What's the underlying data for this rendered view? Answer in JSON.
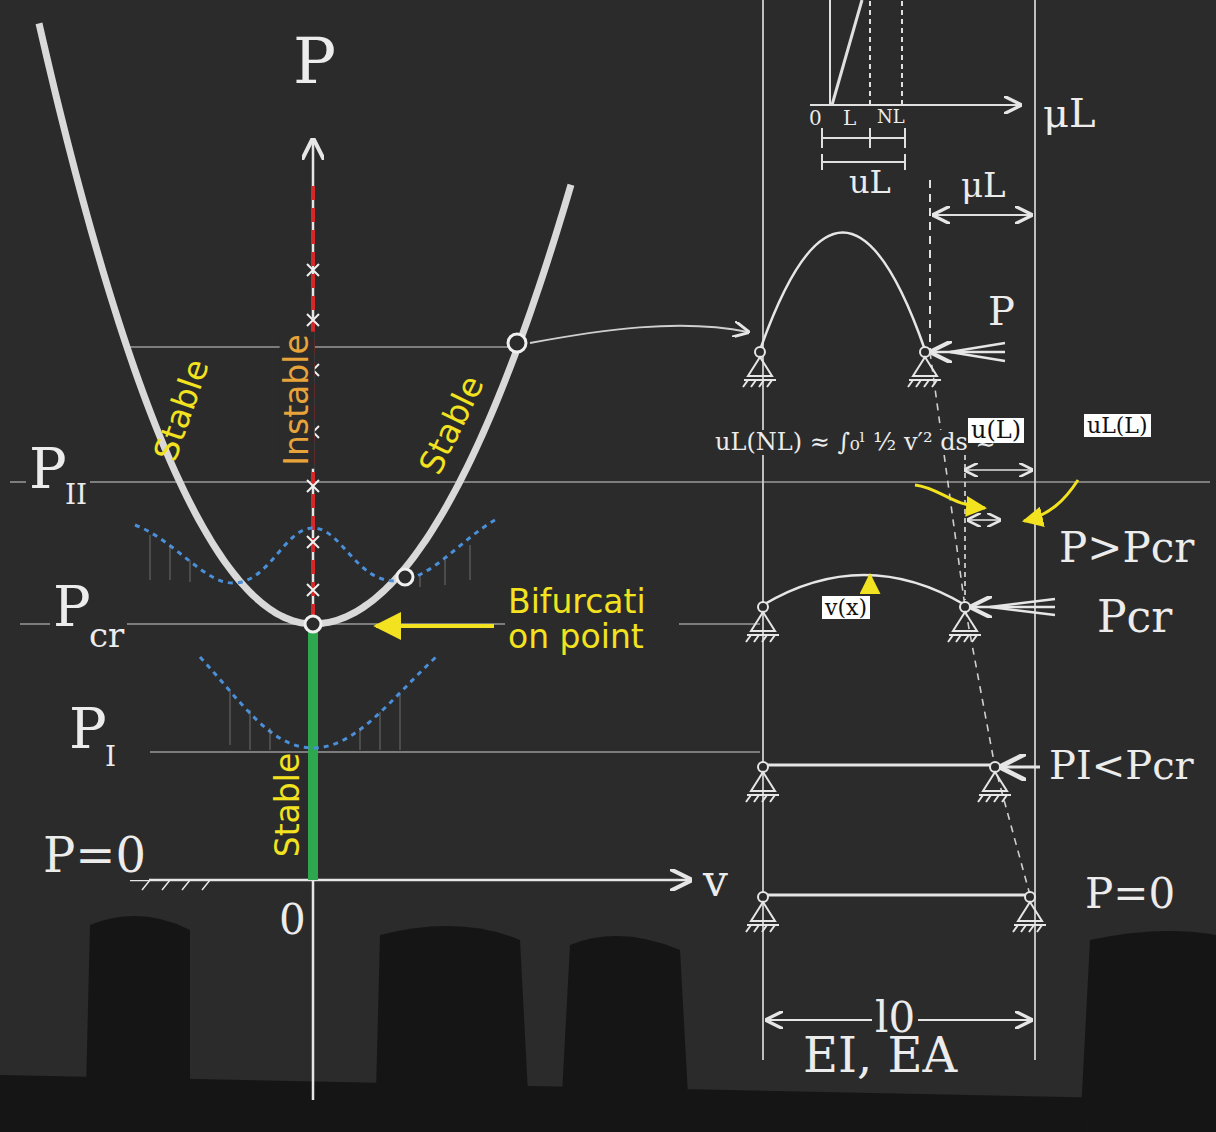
{
  "diagram": {
    "labels": [
      "P",
      "Stable",
      "Instable",
      "Stable",
      "Bifurcati on point",
      "Stable",
      "P",
      "II",
      "P",
      "cr",
      "P",
      "I",
      "P=0",
      "0",
      "v",
      "0",
      "L",
      "NL",
      "uL",
      "μL",
      "μL",
      "P",
      "uL(NL) ≈ ∫₀ˡ ½ v′² ds ≈",
      "u(L)",
      "uL(L)",
      "v(x)",
      "P>Pcr",
      "Pcr",
      "PI<Pcr",
      "P=0",
      "l0",
      "EI, EA"
    ]
  }
}
